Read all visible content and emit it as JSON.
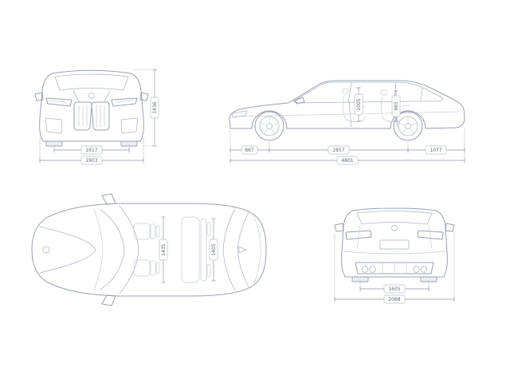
{
  "colors": {
    "background": "#ffffff",
    "car_line": "#98a1b0",
    "dimension_line": "#8e97a6",
    "label_text": "#5e6a7b"
  },
  "dimensions": {
    "front": {
      "track_front": "1617",
      "overall_width": "1903",
      "overall_height": "1436"
    },
    "side": {
      "front_overhang": "867",
      "wheelbase": "2857",
      "rear_overhang": "1077",
      "overall_length": "4801",
      "headroom_front": "1005",
      "headroom_rear": "965"
    },
    "top": {
      "interior_width_front": "1435",
      "interior_width_rear": "1405"
    },
    "rear": {
      "track_rear": "1605",
      "width_incl_mirrors": "2068"
    }
  }
}
